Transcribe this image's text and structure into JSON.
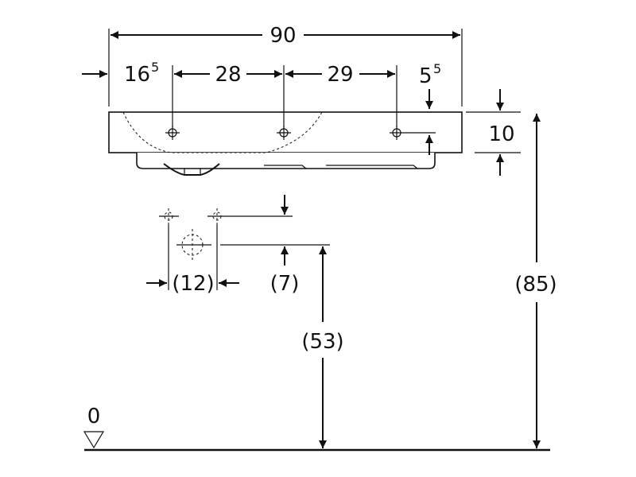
{
  "diagram": {
    "colors": {
      "line": "#111111",
      "background": "#ffffff"
    },
    "dimensions": {
      "total_width": "90",
      "left_offset": {
        "base": "16",
        "sup": "5"
      },
      "hole_spacing_1": "28",
      "hole_spacing_2": "29",
      "right_offset": {
        "base": "5",
        "sup": "5"
      },
      "basin_height": "10",
      "overall_height": "(85)",
      "drain_spacing": "(12)",
      "drain_vertical": "(7)",
      "drain_height": "(53)",
      "floor_level": "0"
    }
  }
}
